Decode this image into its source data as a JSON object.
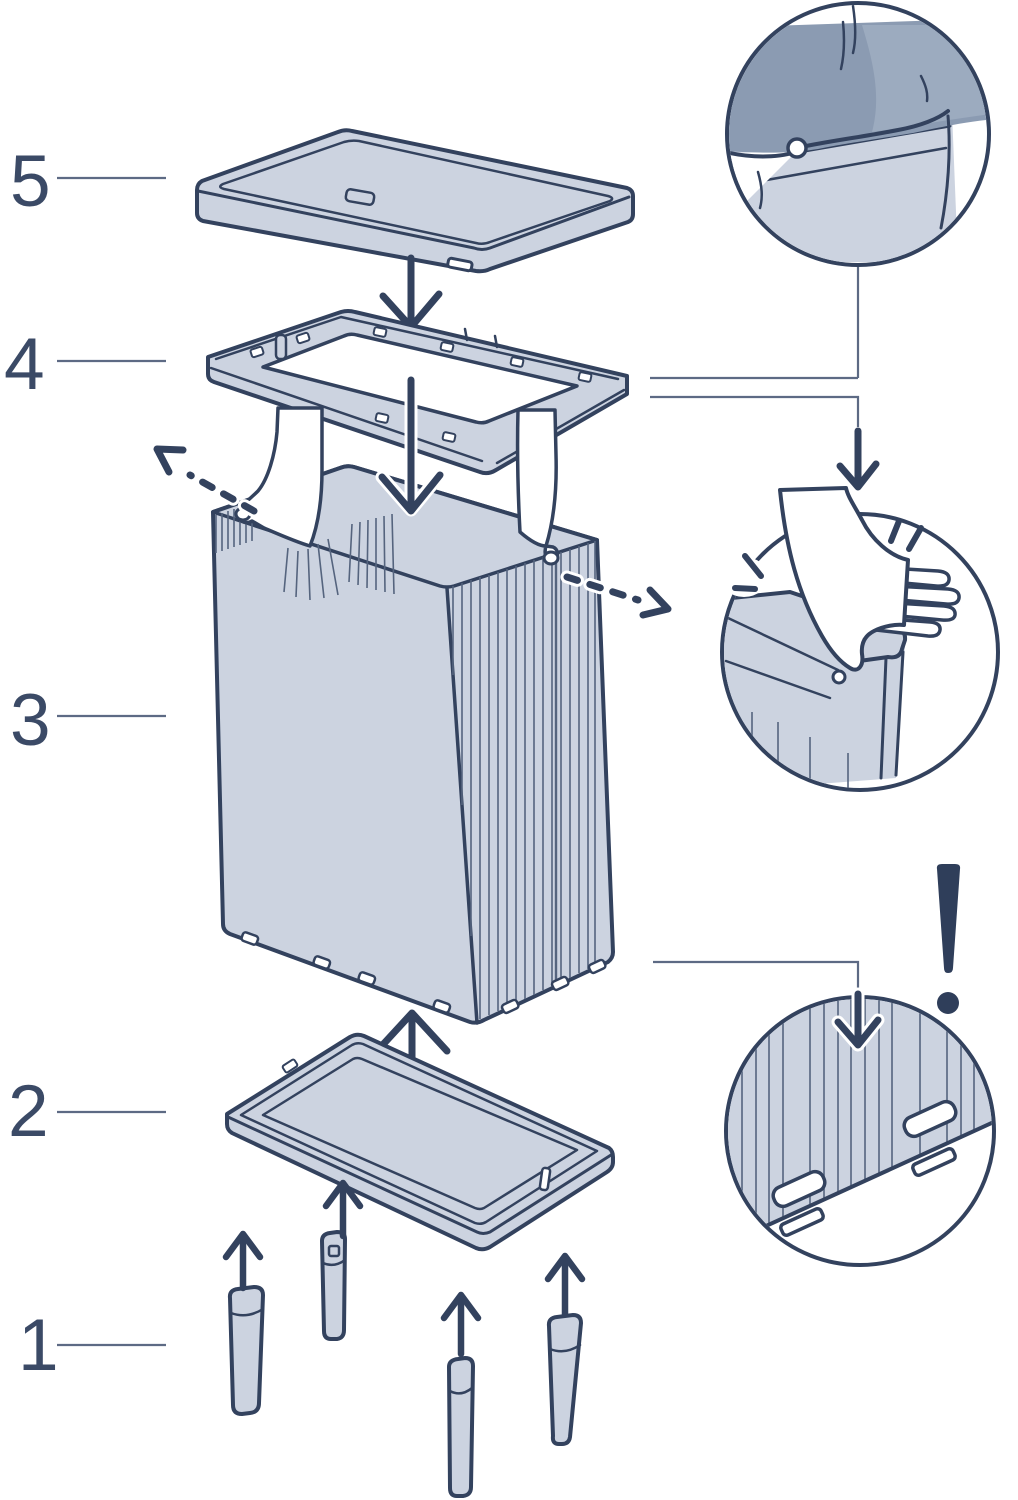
{
  "title": "storage-box-assembly-diagram",
  "steps": [
    {
      "number": "5",
      "part": "lid"
    },
    {
      "number": "4",
      "part": "rim-frame"
    },
    {
      "number": "3",
      "part": "fabric-body"
    },
    {
      "number": "2",
      "part": "base-plate"
    },
    {
      "number": "1",
      "part": "legs"
    }
  ],
  "callouts": [
    {
      "icon": "fabric-over-rim-corner-detail"
    },
    {
      "icon": "hand-press-snap-detail"
    },
    {
      "icon": "base-hook-slots-detail",
      "alert_icon": "exclamation-mark"
    }
  ],
  "arrows": {
    "down_arrow_icon": "arrow-down",
    "up_arrow_icon": "arrow-up",
    "dashed_arrow_icon": "arrow-dashed-outward"
  },
  "colors": {
    "c-outline": "#33425e",
    "c-fill": "#ccd3e0",
    "c-interior": "#d8dce6",
    "c-fabric": "#8b9bb2",
    "c-fabric2": "#9cabbf",
    "c-pleat": "#55647e",
    "c-label": "#3b4a66",
    "c-thin": "#5d6a84",
    "c-alert": "#2f3e5a"
  }
}
